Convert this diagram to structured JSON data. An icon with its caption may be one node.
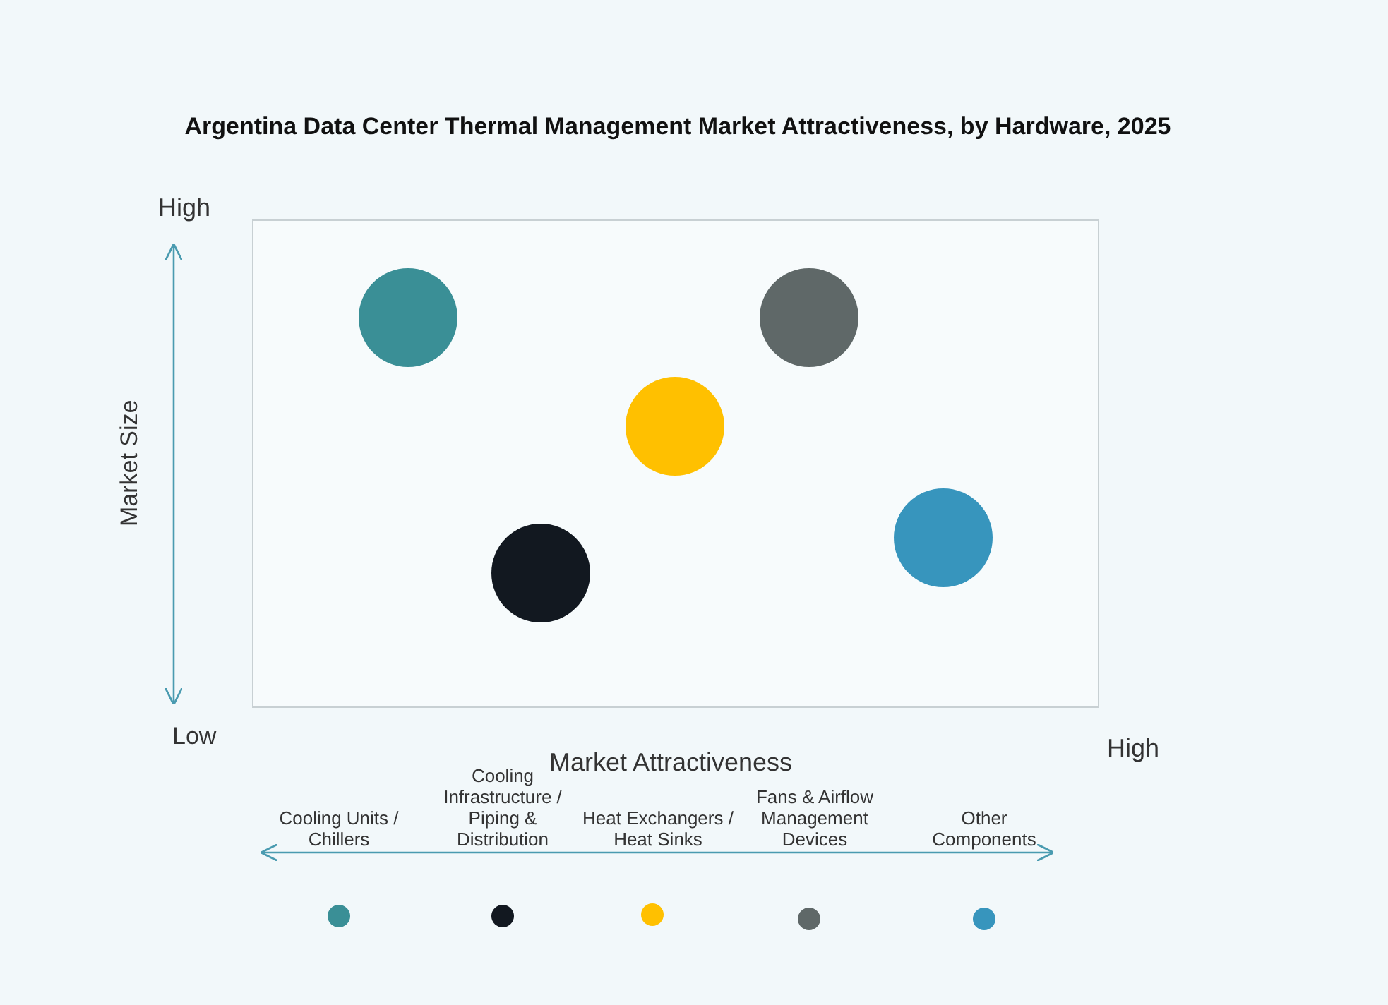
{
  "diagram": {
    "title": "Argentina Data Center Thermal Management Market Attractiveness,  by Hardware, 2025",
    "labels": [
      "High",
      "Market Size",
      "Low",
      "Market Attractiveness",
      "High"
    ],
    "legend": [
      {
        "text": "Cooling Units / Chillers",
        "color": "#3a8f96"
      },
      {
        "text": "Cooling Infrastructure / Piping & Distribution",
        "color": "#121820"
      },
      {
        "text": "Heat Exchangers / Heat Sinks",
        "color": "#ffc000"
      },
      {
        "text": "Fans & Airflow Management Devices",
        "color": "#5f6868"
      },
      {
        "text": "Other Components",
        "color": "#3795bd"
      }
    ]
  }
}
